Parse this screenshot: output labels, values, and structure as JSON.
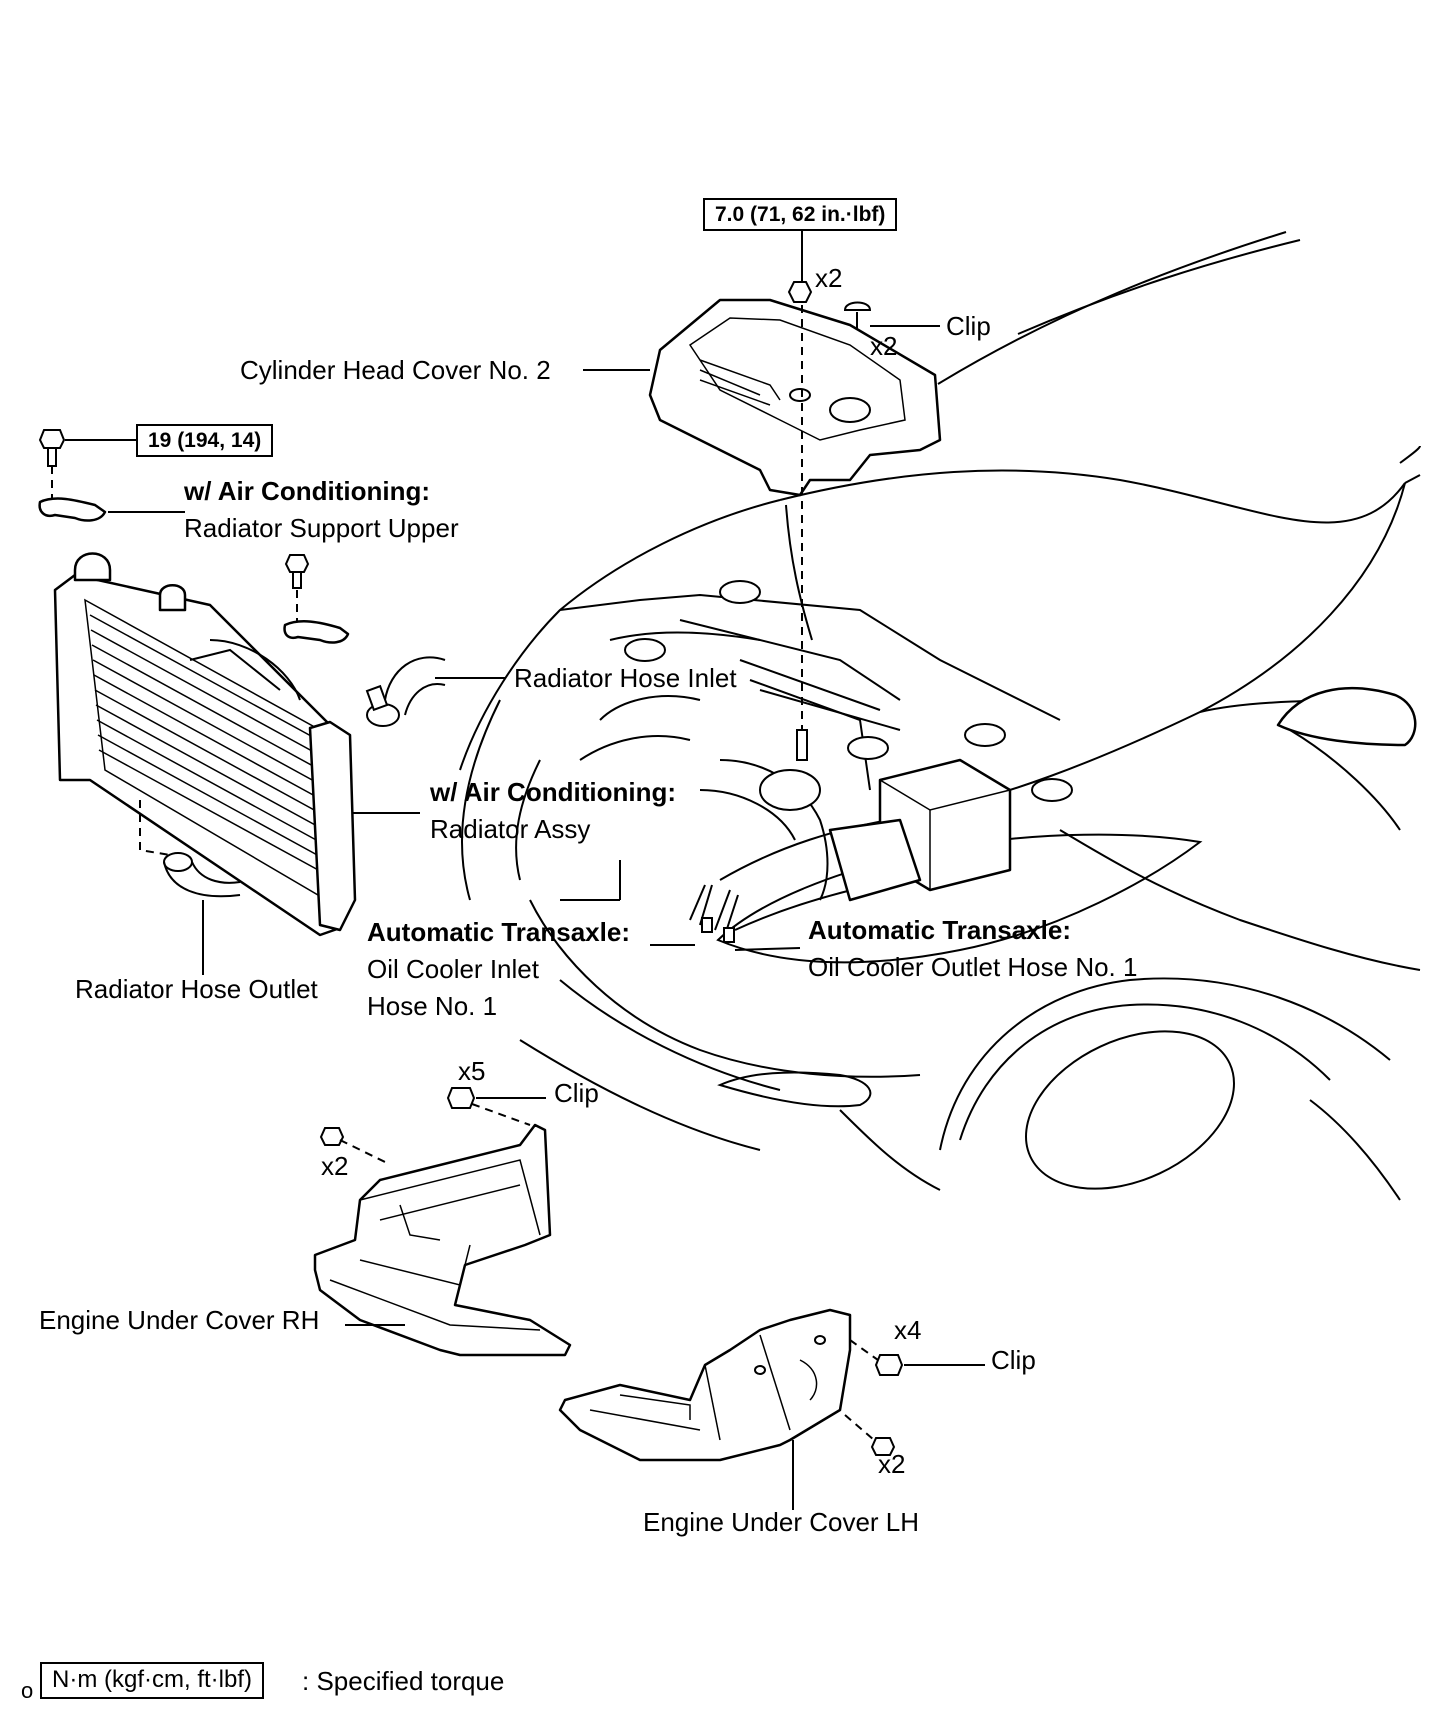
{
  "torque_boxes": {
    "head_cover": "7.0 (71, 62 in.·lbf)",
    "support": "19 (194, 14)",
    "legend": "N·m (kgf·cm, ft·lbf)"
  },
  "labels": {
    "qty_x2_top": "x2",
    "clip_top": "Clip",
    "qty_x2_clip": "x2",
    "cylinder_head_cover": "Cylinder Head Cover No. 2",
    "ac1_title": "w/ Air Conditioning:",
    "ac1_sub": "Radiator Support Upper",
    "hose_inlet": "Radiator Hose Inlet",
    "ac2_title": "w/ Air Conditioning:",
    "ac2_sub": "Radiator Assy",
    "at1_title": "Automatic Transaxle:",
    "at1_line1": "Oil Cooler Inlet",
    "at1_line2": "Hose No. 1",
    "at2_title": "Automatic Transaxle:",
    "at2_sub": "Oil Cooler Outlet Hose No. 1",
    "hose_outlet": "Radiator Hose Outlet",
    "qty_x5": "x5",
    "clip_mid": "Clip",
    "qty_x2_rh": "x2",
    "under_cover_rh": "Engine Under Cover RH",
    "qty_x4": "x4",
    "clip_lh": "Clip",
    "qty_x2_lh": "x2",
    "under_cover_lh": "Engine Under Cover LH",
    "legend_prefix": "o",
    "legend_text": ": Specified torque"
  }
}
